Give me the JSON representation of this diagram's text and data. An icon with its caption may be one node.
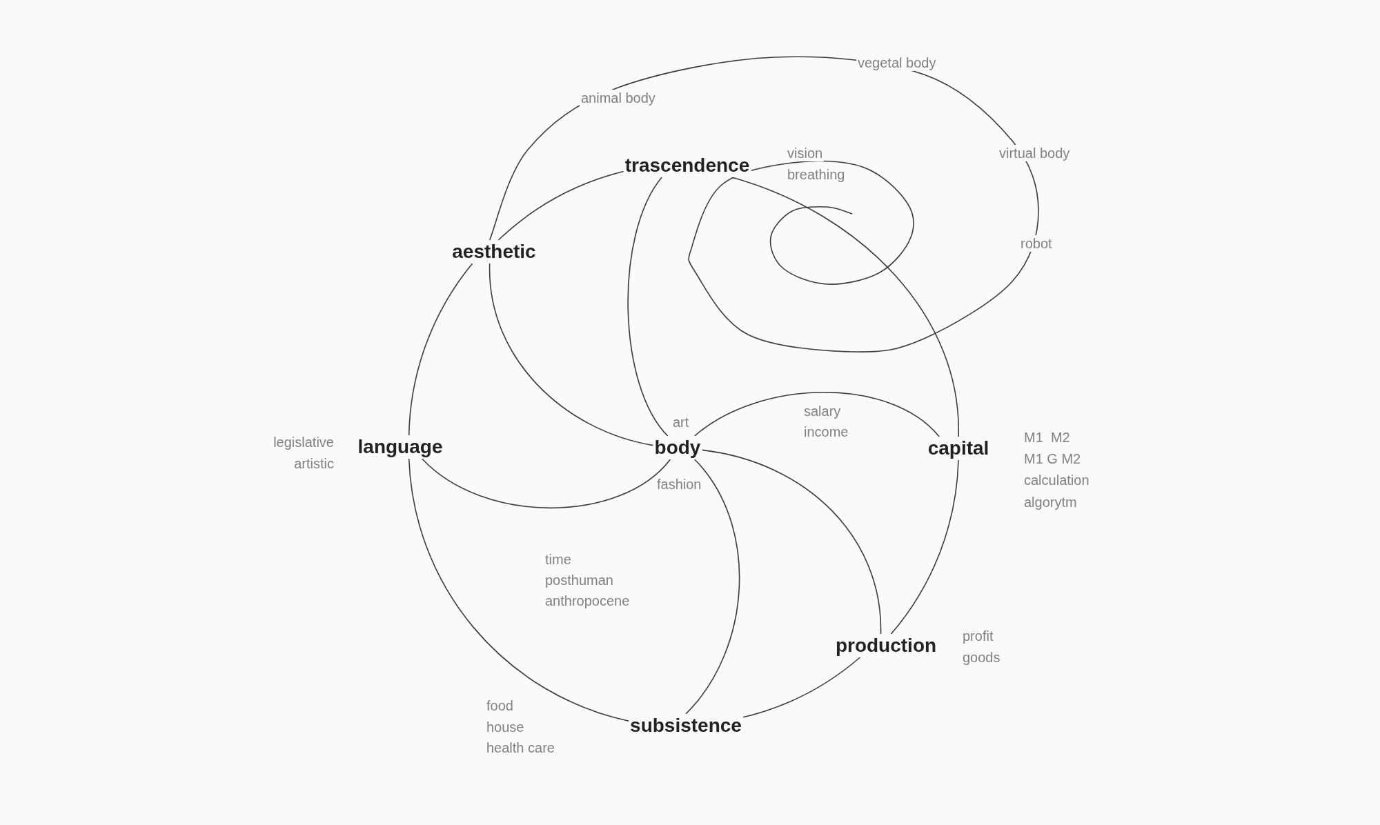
{
  "diagram": {
    "nodes": [
      {
        "text": [
          "trascendence"
        ]
      },
      {
        "text": [
          "aesthetic"
        ]
      },
      {
        "text": [
          "language"
        ]
      },
      {
        "text": [
          "body"
        ]
      },
      {
        "text": [
          "capital"
        ]
      },
      {
        "text": [
          "production"
        ]
      },
      {
        "text": [
          "subsistence"
        ]
      }
    ],
    "edges": [
      {
        "from": 1,
        "to": 0,
        "arrow": "none"
      },
      {
        "from": 1,
        "to": null,
        "arrow": "none"
      },
      {
        "from": 0,
        "to": 3,
        "arrow": "none"
      },
      {
        "from": 0,
        "to": 4,
        "arrow": "none"
      },
      {
        "from": 1,
        "to": 3,
        "arrow": "none"
      },
      {
        "from": 1,
        "to": 2,
        "arrow": "none"
      },
      {
        "from": 2,
        "to": 3,
        "arrow": "none"
      },
      {
        "from": 2,
        "to": 6,
        "arrow": "none"
      },
      {
        "from": 3,
        "to": 4,
        "arrow": "none"
      },
      {
        "from": 3,
        "to": 5,
        "arrow": "none"
      },
      {
        "from": 3,
        "to": 6,
        "arrow": "none"
      },
      {
        "from": 6,
        "to": 5,
        "arrow": "none"
      },
      {
        "from": 5,
        "to": 4,
        "arrow": "none"
      }
    ],
    "labels": [
      "vegetal body",
      "animal body",
      "vision",
      "virtual body",
      "breathing",
      "robot",
      "salary",
      "art",
      "income",
      "M1  M2",
      "legislative",
      "artistic",
      "M1 G M2",
      "calculation",
      "fashion",
      "algorytm",
      "time",
      "posthuman",
      "anthropocene",
      "profit",
      "goods",
      "food",
      "house",
      "health care"
    ]
  }
}
